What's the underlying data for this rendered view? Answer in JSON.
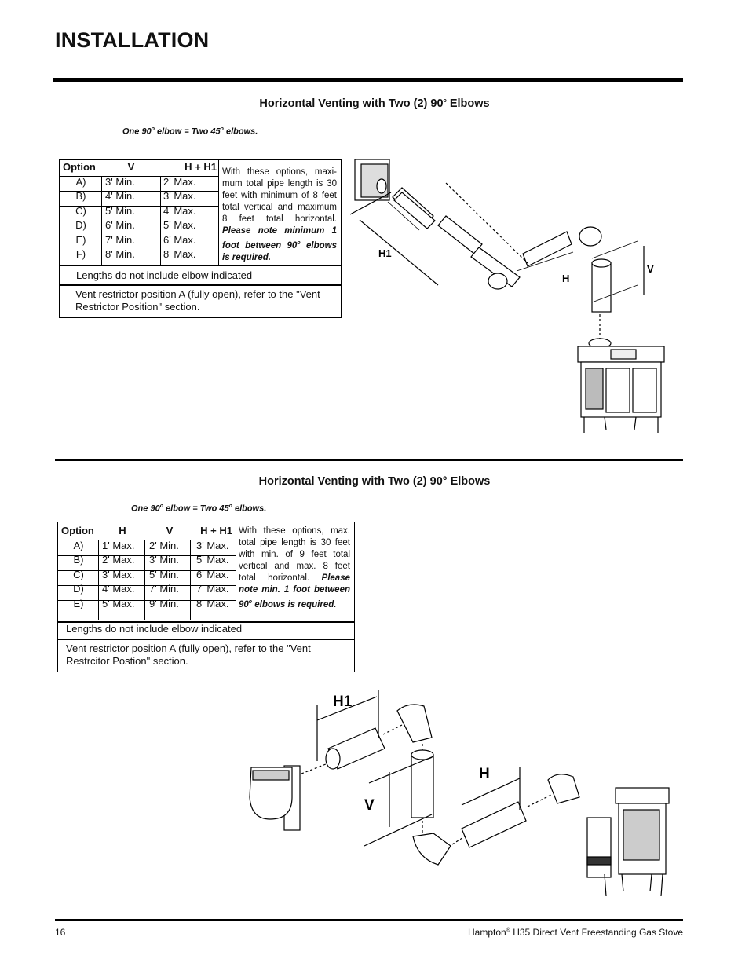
{
  "page": {
    "title": "INSTALLATION",
    "page_number": "16",
    "footer_brand": "Hampton",
    "footer_reg": "®",
    "footer_product": " H35 Direct Vent Freestanding Gas Stove"
  },
  "section1": {
    "title_main": "Horizontal Venting with Two (2) 90",
    "title_deg": "o",
    "title_end": " Elbows",
    "note_a": "One 90",
    "note_deg1": "o",
    "note_b": " elbow = Two 45",
    "note_deg2": "o",
    "note_c": " elbows.",
    "headers": [
      "Option",
      "V",
      "H + H1"
    ],
    "rows": [
      [
        "A)",
        "3'  Min.",
        "2' Max."
      ],
      [
        "B)",
        "4'  Min.",
        "3' Max."
      ],
      [
        "C)",
        "5'  Min.",
        "4' Max."
      ],
      [
        "D)",
        "6'  Min.",
        "5' Max."
      ],
      [
        "E)",
        "7'  Min.",
        "6' Max."
      ],
      [
        "F)",
        "8'  Min.",
        "8' Max."
      ]
    ],
    "desc_plain": "With these options, maxi-mum total pipe length is 30 feet with minimum of 8 feet total vertical and maximum 8 feet total horizontal.",
    "desc_em_a": "Please note minimum 1 foot between 90",
    "desc_em_deg": "o",
    "desc_em_b": " elbows is required.",
    "lengths_note": "Lengths do not include elbow indicated",
    "restrictor_note": "Vent restrictor position A (fully open), refer to the \"Vent Restrictor Position\" section.",
    "diagram_labels": {
      "h1": "H1",
      "h": "H",
      "v": "V"
    }
  },
  "section2": {
    "title_main": "Horizontal Venting with Two (2) 90° Elbows",
    "note_a": "One 90",
    "note_deg1": "o",
    "note_b": " elbow = Two 45",
    "note_deg2": "o",
    "note_c": " elbows.",
    "headers": [
      "Option",
      "H",
      "V",
      "H + H1"
    ],
    "rows": [
      [
        "A)",
        "1' Max.",
        "2' Min.",
        "3' Max."
      ],
      [
        "B)",
        "2' Max.",
        "3' Min.",
        "5' Max."
      ],
      [
        "C)",
        "3' Max.",
        "5' Min.",
        "6' Max."
      ],
      [
        "D)",
        "4' Max.",
        "7' Min.",
        "7' Max."
      ],
      [
        "E)",
        "5' Max.",
        "9' Min.",
        "8' Max."
      ]
    ],
    "desc_plain": "With these options, max. total pipe length is 30 feet with min. of 9 feet total vertical and max. 8 feet total horizontal.",
    "desc_em_a": "Please note min. 1 foot between 90",
    "desc_em_deg": "o",
    "desc_em_b": " elbows is required.",
    "lengths_note": "Lengths do not include elbow indicated",
    "restrictor_note": "Vent restrictor position A (fully open), refer to the \"Vent Restrcitor Postion\" section.",
    "diagram_labels": {
      "h1": "H1",
      "h": "H",
      "v": "V"
    }
  }
}
